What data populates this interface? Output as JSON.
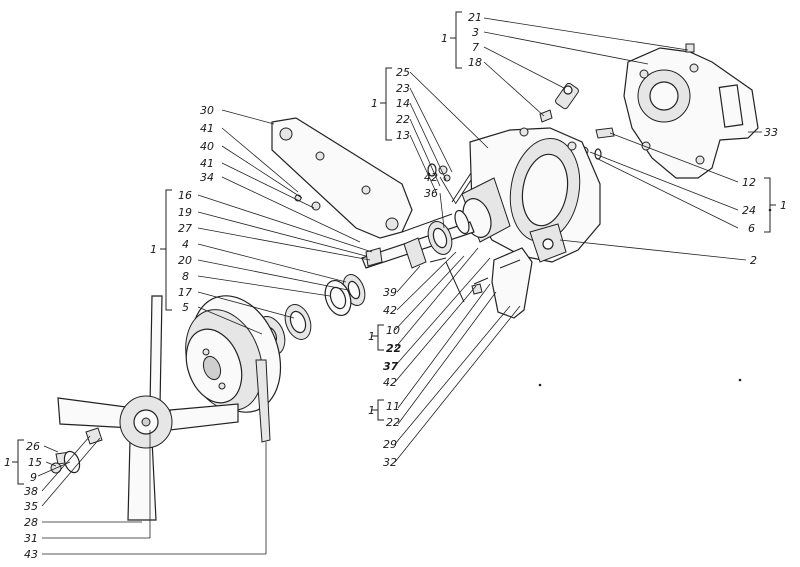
{
  "labels": {
    "l21": "21",
    "l3": "3",
    "l7": "7",
    "l18": "18",
    "l1a": "1",
    "l25": "25",
    "l23": "23",
    "l14": "14",
    "l22a": "22",
    "l13": "13",
    "l1b": "1",
    "l30": "30",
    "l41a": "41",
    "l40": "40",
    "l41b": "41",
    "l34": "34",
    "l42a": "42",
    "l36": "36",
    "l16": "16",
    "l19": "19",
    "l27": "27",
    "l4": "4",
    "l20": "20",
    "l8": "8",
    "l17": "17",
    "l5": "5",
    "l1c": "1",
    "l39": "39",
    "l42b": "42",
    "l1d": "1",
    "l10": "10",
    "l22b": "22",
    "l37": "37",
    "l42c": "42",
    "l1e": "1",
    "l11": "11",
    "l22c": "22",
    "l29": "29",
    "l32": "32",
    "l33": "33",
    "l12": "12",
    "l24": "24",
    "l6": "6",
    "l2": "2",
    "l1f": "1",
    "l26": "26",
    "l15": "15",
    "l9": "9",
    "l1g": "1",
    "l38": "38",
    "l35": "35",
    "l28": "28",
    "l31": "31",
    "l43": "43"
  }
}
